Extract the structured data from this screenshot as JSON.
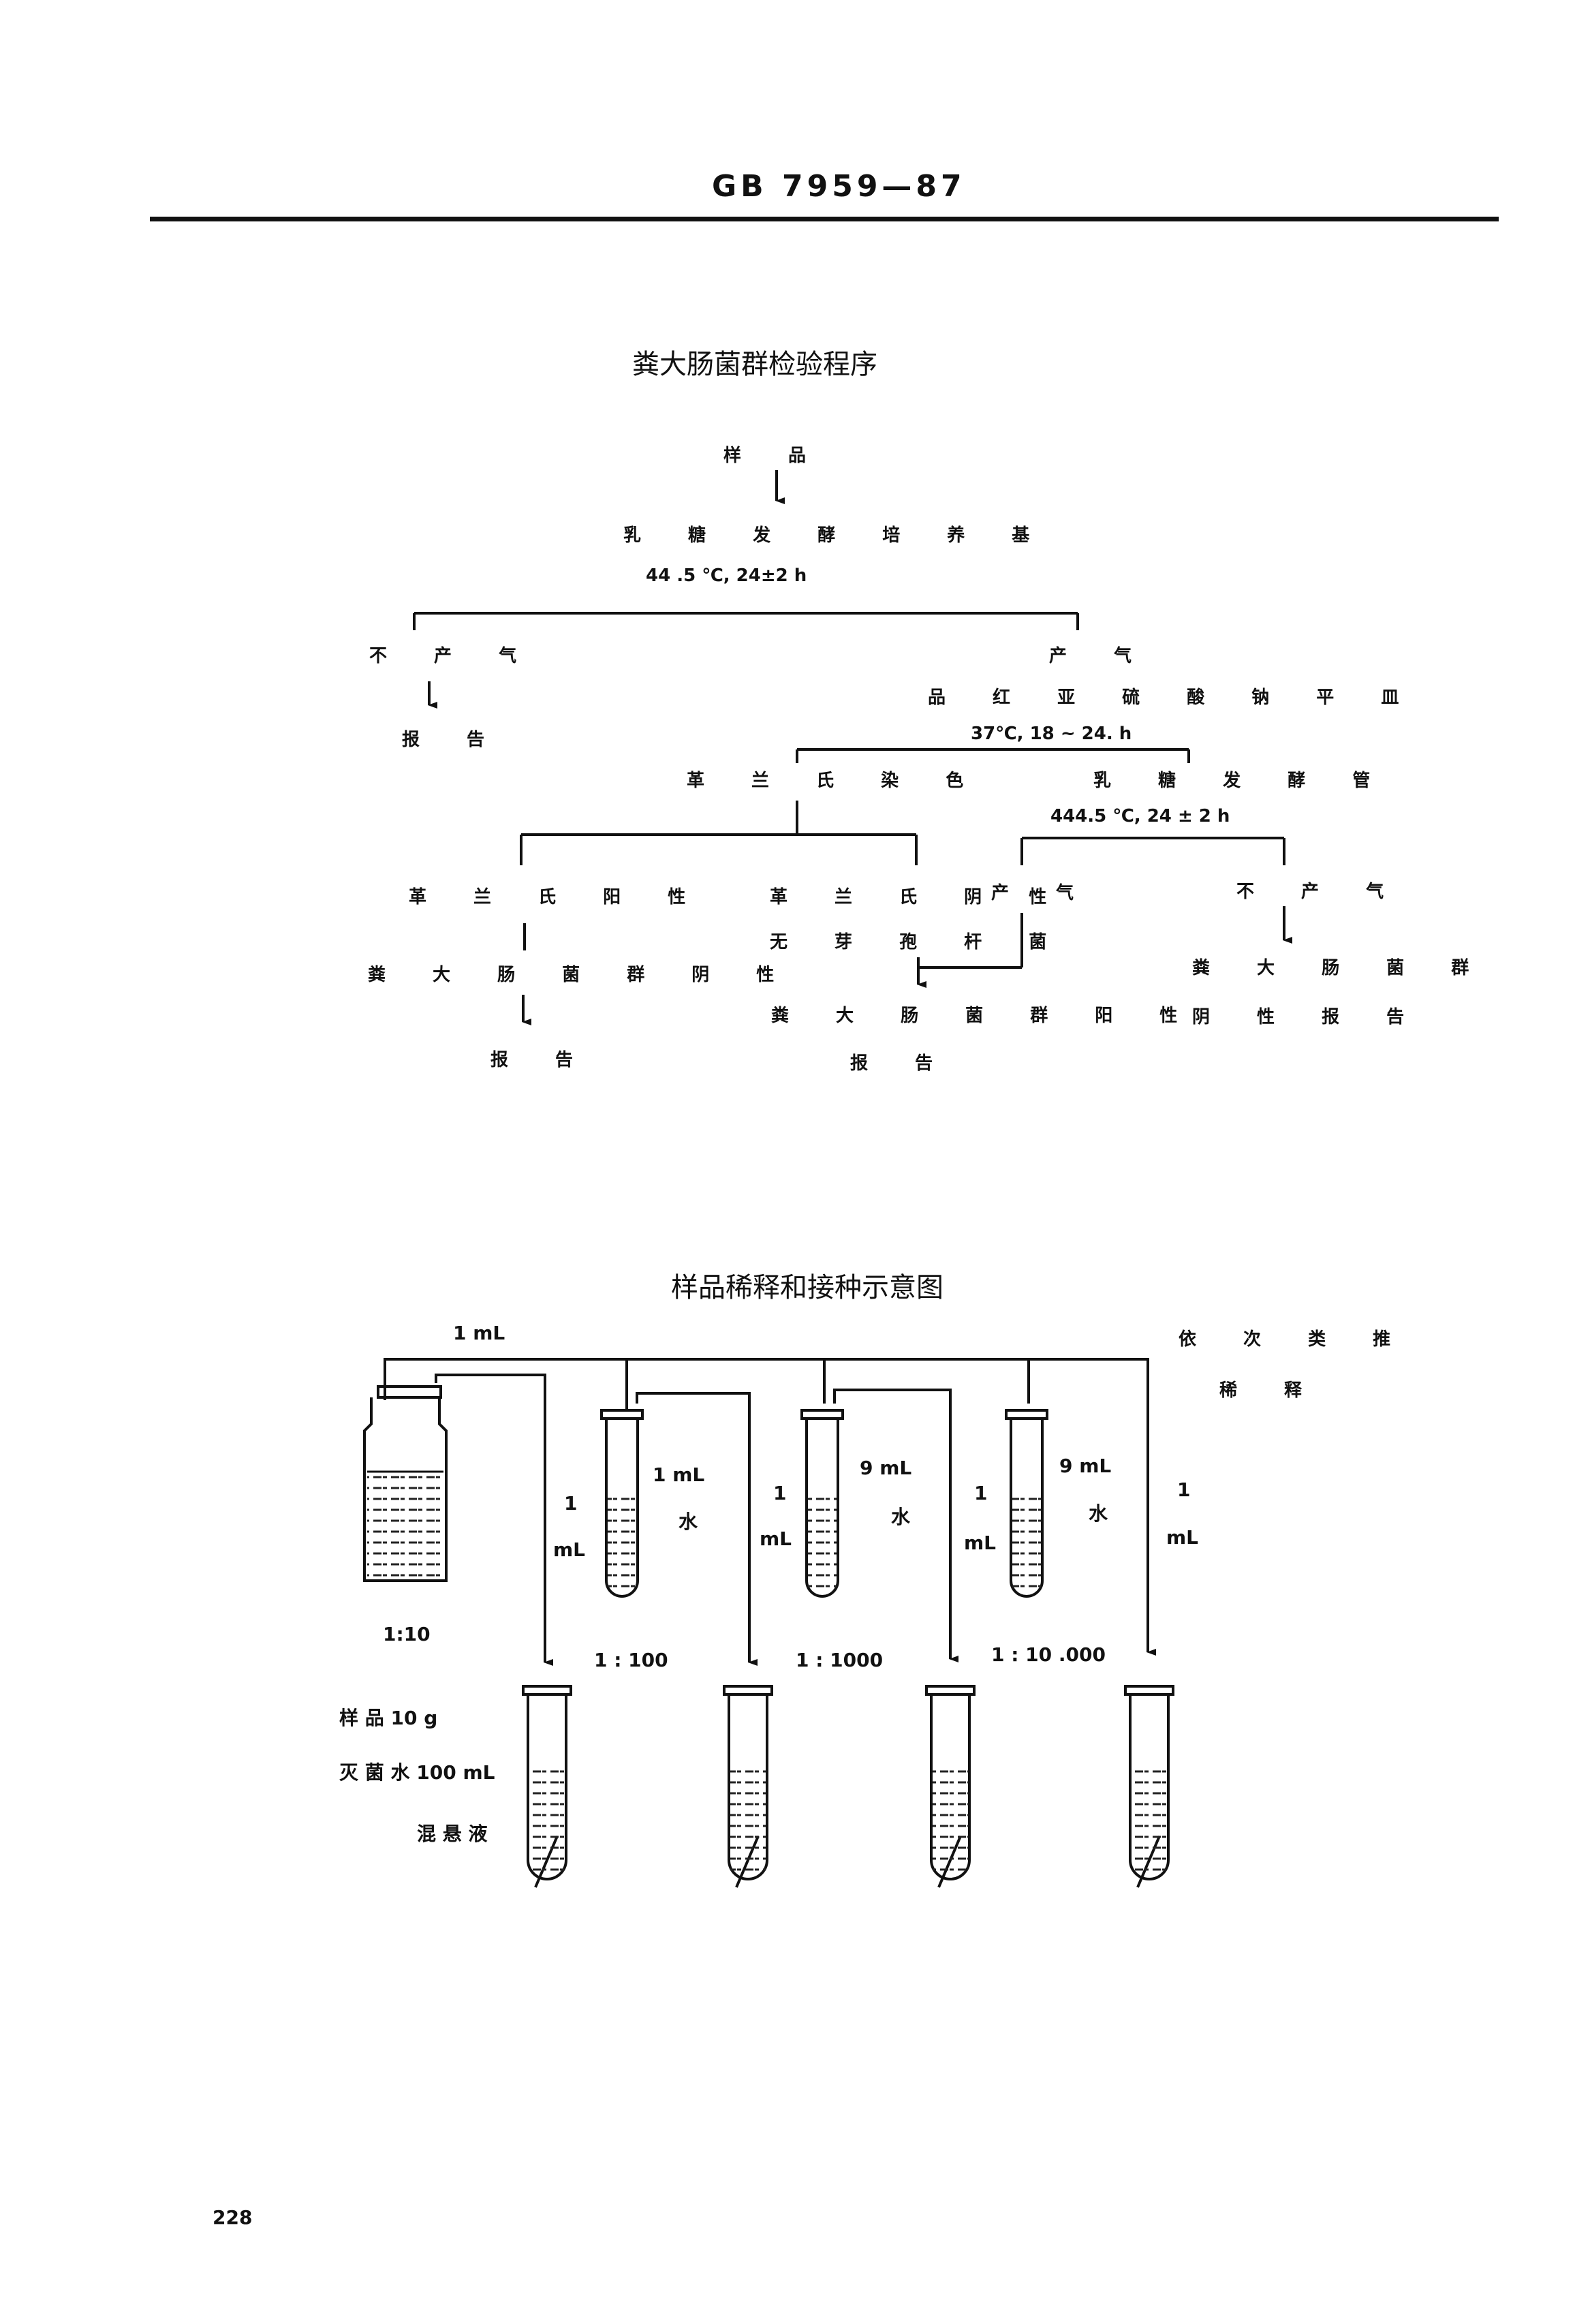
{
  "header": {
    "standard_code": "GB 7959—87"
  },
  "flowchart": {
    "title": "粪大肠菌群检验程序",
    "sample": "样 品",
    "lactose_medium": "乳 糖 发 酵 培 养 基",
    "cond1": "44 .5 ℃, 24±2 h",
    "no_gas_left": "不 产 气",
    "report_left": "报 告",
    "gas": "产 气",
    "plate": "品 红 亚 硫 酸 钠 平 皿",
    "cond2": "37℃, 18 ~ 24. h",
    "gram_stain": "革 兰 氏 染 色",
    "lactose_tube": "乳 糖 发 酵 管",
    "cond3": "444.5 ℃, 24 ± 2 h",
    "gram_positive": "革 兰 氏 阳 性",
    "fc_negative": "粪 大 肠 菌 群 阴 性",
    "report_neg": "报 告",
    "gram_negative": "革 兰 氏 阴 性",
    "no_spore_rod": "无 芽 孢 杆 菌",
    "gas_mid": "产 气",
    "fc_positive": "粪 大 肠 菌 群 阳 性",
    "report_pos": "报 告",
    "no_gas_right": "不 产 气",
    "fc_group": "粪 大 肠 菌 群",
    "neg_report": "阴 性 报 告"
  },
  "dilution": {
    "title": "样品稀释和接种示意图",
    "transfer_top": "1 mL",
    "serial_note_1": "依 次 类 推",
    "serial_note_2": "稀 释",
    "ratio_1_10": "1:10",
    "sample_10g": "样 品  10  g",
    "sterile_water": "灭 菌 水 100 mL",
    "suspension": "混 悬 液",
    "vol_1": "1",
    "vol_ml": "mL",
    "water_1ml": "1 mL",
    "water_label": "水",
    "water_9ml": "9 mL",
    "ratio_1_100": "1 : 100",
    "ratio_1_1000": "1 : 1000",
    "ratio_1_10000": "1 : 10 .000"
  },
  "footer": {
    "page_number": "228"
  }
}
